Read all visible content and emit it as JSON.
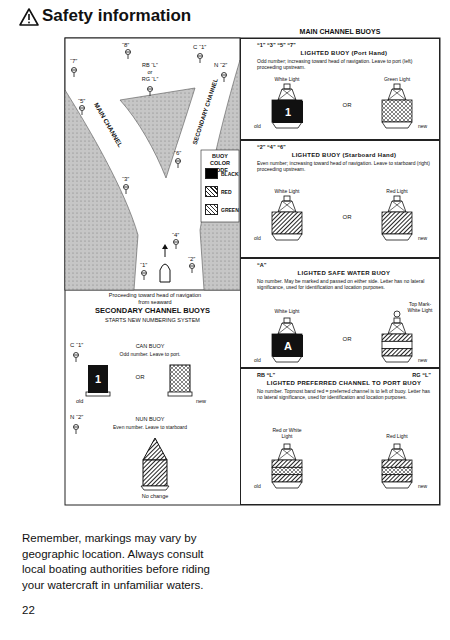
{
  "diagram": {
    "title": "Safety information",
    "nodes": [
      {
        "text": [
          "“1” “3” “5” “7”",
          "LIGHTED BUOY (Port Hand)",
          "Odd number; increasing toward head of navigation. Leave to port (left) proceeding upstream."
        ]
      },
      {
        "text": [
          "1"
        ],
        "in": 0
      },
      {
        "text": [
          "“2” “4” “6”",
          "LIGHTED BUOY (Starboard Hand)",
          "Even number; increasing toward head of navigation. Leave to starboard (right) proceeding upstream."
        ]
      },
      {
        "text": [
          "“A”",
          "LIGHTED SAFE WATER BUOY",
          "No number. May be marked and passed on either side. Letter has no lateral significance, used for identification and location purposes."
        ]
      },
      {
        "text": [
          "A"
        ],
        "in": 3
      },
      {
        "text": [
          "RB “L”",
          "RG “L”",
          "LIGHTED PREFERRED CHANNEL TO PORT BUOY",
          "No number. Topmost band red = preferred channel is to left of buoy. Letter has no lateral significance, used for identification and location purposes."
        ]
      },
      {
        "text": [
          "1"
        ]
      }
    ],
    "labels": [
      "MAIN CHANNEL BUOYS",
      "MAIN CHANNEL",
      "SECONDARY CHANNEL",
      "“8”",
      "“7”",
      "RB “L”",
      "or",
      "RG “L”",
      "C “1”",
      "N “2”",
      "“5”",
      "“6”",
      "BUOY COLOR CODE",
      "“3”",
      "“4”",
      "“2”",
      "“1”",
      "Proceeding toward head of navigation from seaward",
      "SECONDARY CHANNEL BUOYS",
      "STARTS NEW NUMBERING SYSTEM",
      "C “1”",
      "CAN BUOY",
      "Odd number. Leave to port.",
      "OR",
      "old",
      "new",
      "N “2”",
      "NUN BUOY",
      "Even number. Leave to starboard",
      "No change",
      "White Light",
      "OR",
      "Green Light",
      "old",
      "new",
      "White Light",
      "OR",
      "Red Light",
      "old",
      "new",
      "White Light",
      "Top Mark- White Light",
      "OR",
      "old",
      "new",
      "Red or White Light",
      "Red Light",
      "old",
      "new",
      "Remember, markings may vary by geographic location. Always consult local boating authorities before riding your watercraft in unfamiliar waters.",
      "22"
    ],
    "legend": [
      {
        "text": "BLACK",
        "color": "#000000"
      },
      {
        "text": "RED"
      },
      {
        "text": "GREEN"
      }
    ]
  }
}
